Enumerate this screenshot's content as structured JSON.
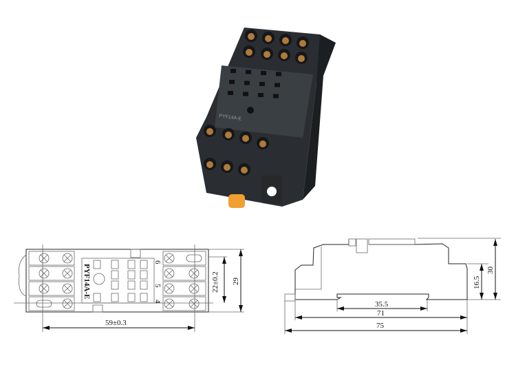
{
  "photo": {
    "model_label": "PYF14A-E"
  },
  "top_view": {
    "model_label": "PYF14A-E",
    "pin_labels": [
      "6",
      "5",
      "4"
    ],
    "dim_pitch": "22±0.2",
    "dim_height": "29",
    "dim_width": "59±0.3"
  },
  "side_view": {
    "dim_height": "30",
    "dim_rail_height": "16.5",
    "dim_rail": "35.5",
    "dim_body": "71",
    "dim_total": "75"
  },
  "colors": {
    "body": "#2e3236",
    "terminal": "#b07a3a",
    "tab": "#f0a030"
  }
}
